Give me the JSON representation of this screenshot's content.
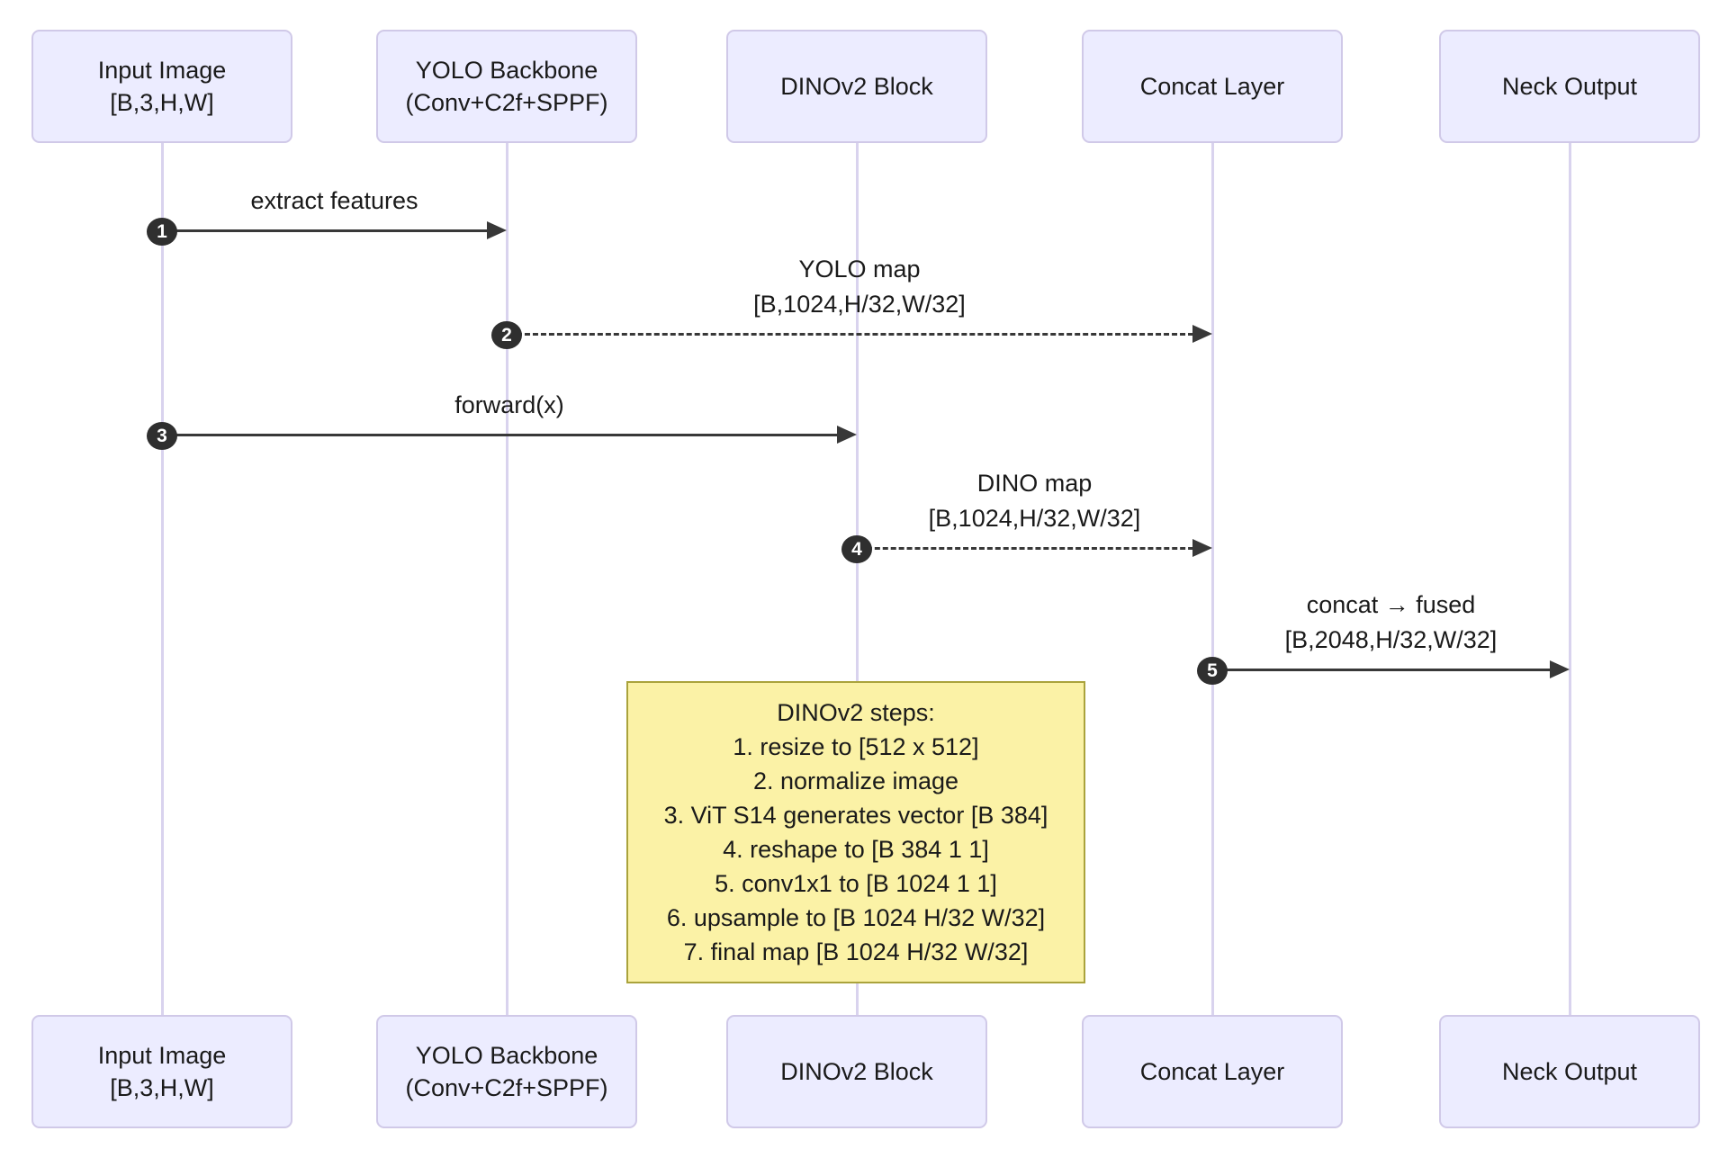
{
  "diagram": {
    "participants": [
      {
        "label_lines": [
          "Input Image",
          "[B,3,H,W]"
        ]
      },
      {
        "label_lines": [
          "YOLO Backbone",
          "(Conv+C2f+SPPF)"
        ]
      },
      {
        "label_lines": [
          "DINOv2 Block"
        ]
      },
      {
        "label_lines": [
          "Concat Layer"
        ]
      },
      {
        "label_lines": [
          "Neck Output"
        ]
      }
    ],
    "messages": [
      {
        "seq": "1",
        "from": 0,
        "to": 1,
        "style": "solid",
        "label_lines": [
          "extract features"
        ]
      },
      {
        "seq": "2",
        "from": 1,
        "to": 3,
        "style": "dashed",
        "label_lines": [
          "YOLO map",
          "[B,1024,H/32,W/32]"
        ]
      },
      {
        "seq": "3",
        "from": 0,
        "to": 2,
        "style": "solid",
        "label_lines": [
          "forward(x)"
        ]
      },
      {
        "seq": "4",
        "from": 2,
        "to": 3,
        "style": "dashed",
        "label_lines": [
          "DINO map",
          "[B,1024,H/32,W/32]"
        ]
      },
      {
        "seq": "5",
        "from": 3,
        "to": 4,
        "style": "solid",
        "label_lines": [
          "concat → fused",
          "[B,2048,H/32,W/32]"
        ]
      }
    ],
    "note": {
      "lines": [
        "DINOv2 steps:",
        "1. resize to [512 x 512]",
        "2. normalize image",
        "3. ViT S14 generates vector [B 384]",
        "4. reshape to [B 384 1 1]",
        "5. conv1x1 to [B 1024 1 1]",
        "6. upsample to [B 1024 H/32 W/32]",
        "7. final map [B 1024 H/32 W/32]"
      ]
    },
    "colors": {
      "actor_fill": "#ECECFF",
      "actor_border": "#D0C9E8",
      "lifeline": "#D9D3EE",
      "note_fill": "#FBF2A6",
      "note_border": "#AAA33C",
      "arrow": "#383838",
      "badge_bg": "#2F2F2F",
      "badge_text": "#FFFFFF",
      "text": "#1A1A1A"
    }
  }
}
